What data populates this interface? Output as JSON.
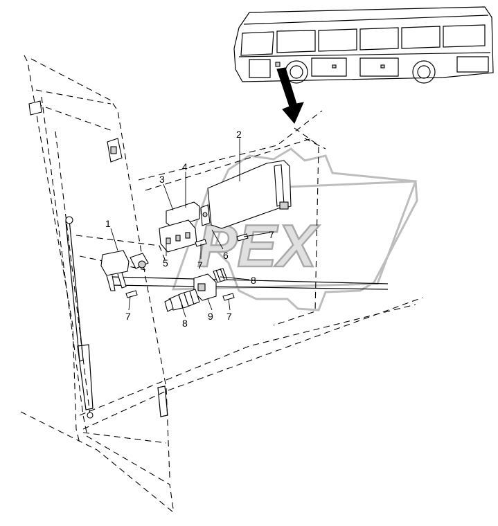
{
  "watermark": {
    "text": "PEX"
  },
  "callouts": [
    {
      "id": "c1",
      "label": "1"
    },
    {
      "id": "c2",
      "label": "2"
    },
    {
      "id": "c3",
      "label": "3"
    },
    {
      "id": "c4",
      "label": "4"
    },
    {
      "id": "c5",
      "label": "5"
    },
    {
      "id": "c6",
      "label": "6"
    },
    {
      "id": "c7a",
      "label": "7"
    },
    {
      "id": "c7b",
      "label": "7"
    },
    {
      "id": "c7c",
      "label": "7"
    },
    {
      "id": "c7d",
      "label": "7"
    },
    {
      "id": "c8a",
      "label": "8"
    },
    {
      "id": "c8b",
      "label": "8"
    },
    {
      "id": "c9",
      "label": "9"
    }
  ],
  "icons": [
    "bus-locator-icon",
    "gear-logo-icon",
    "pointer-arrow-icon"
  ]
}
